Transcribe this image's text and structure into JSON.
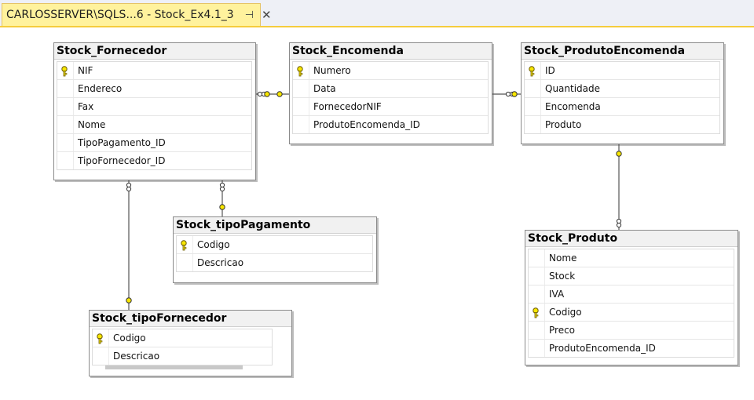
{
  "tab": {
    "title": "CARLOSSERVER\\SQLS...6 - Stock_Ex4.1_3",
    "pin_icon": "pin-icon",
    "close_icon": "close-icon"
  },
  "colors": {
    "tab_bg": "#fff29d",
    "tab_border": "#f5cc3c",
    "key": "#f7e600",
    "line": "#555555"
  },
  "tables": {
    "fornecedor": {
      "name": "Stock_Fornecedor",
      "columns": [
        {
          "name": "NIF",
          "key": true
        },
        {
          "name": "Endereco",
          "key": false
        },
        {
          "name": "Fax",
          "key": false
        },
        {
          "name": "Nome",
          "key": false
        },
        {
          "name": "TipoPagamento_ID",
          "key": false
        },
        {
          "name": "TipoFornecedor_ID",
          "key": false
        }
      ]
    },
    "encomenda": {
      "name": "Stock_Encomenda",
      "columns": [
        {
          "name": "Numero",
          "key": true
        },
        {
          "name": "Data",
          "key": false
        },
        {
          "name": "FornecedorNIF",
          "key": false
        },
        {
          "name": "ProdutoEncomenda_ID",
          "key": false
        }
      ]
    },
    "produto_encomenda": {
      "name": "Stock_ProdutoEncomenda",
      "columns": [
        {
          "name": "ID",
          "key": true
        },
        {
          "name": "Quantidade",
          "key": false
        },
        {
          "name": "Encomenda",
          "key": false
        },
        {
          "name": "Produto",
          "key": false
        }
      ]
    },
    "tipo_pagamento": {
      "name": "Stock_tipoPagamento",
      "columns": [
        {
          "name": "Codigo",
          "key": true
        },
        {
          "name": "Descricao",
          "key": false
        }
      ]
    },
    "tipo_fornecedor": {
      "name": "Stock_tipoFornecedor",
      "columns": [
        {
          "name": "Codigo",
          "key": true
        },
        {
          "name": "Descricao",
          "key": false
        }
      ]
    },
    "produto": {
      "name": "Stock_Produto",
      "columns": [
        {
          "name": "Nome",
          "key": false
        },
        {
          "name": "Stock",
          "key": false
        },
        {
          "name": "IVA",
          "key": false
        },
        {
          "name": "Codigo",
          "key": true
        },
        {
          "name": "Preco",
          "key": false
        },
        {
          "name": "ProdutoEncomenda_ID",
          "key": false
        }
      ]
    }
  }
}
